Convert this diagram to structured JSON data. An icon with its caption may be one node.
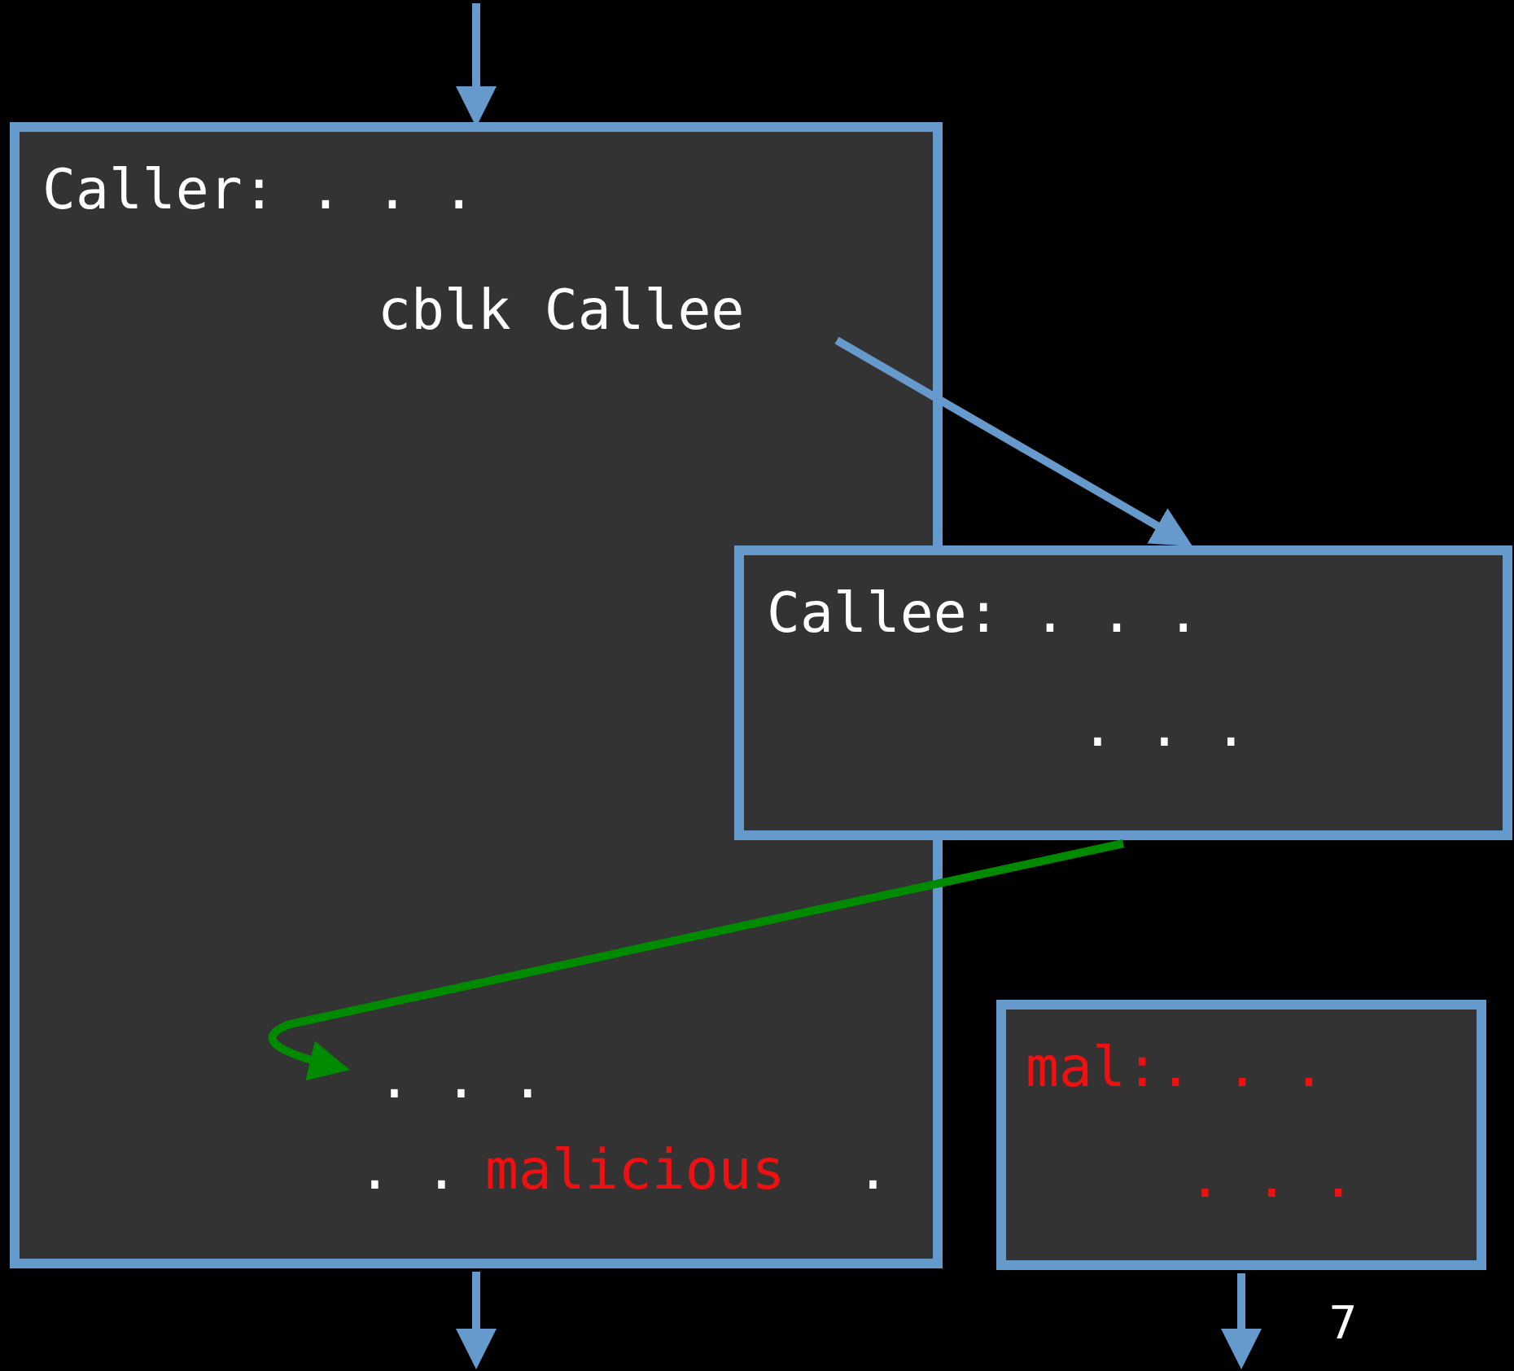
{
  "diagram": {
    "nodes": [
      {
        "text": [
          "Caller: . . .",
          ". .",
          "malicious",
          "."
        ]
      },
      {
        "text": [
          "cblk Callee"
        ],
        "in": 0
      },
      {
        "text": [
          ". . ."
        ],
        "in": 0
      },
      {
        "text": [
          "Callee: . . .",
          ". . ."
        ]
      },
      {
        "text": [
          "mal:. . .",
          ". . ."
        ]
      }
    ],
    "edges": [
      {
        "from": null,
        "to": 0,
        "arrow": "to"
      },
      {
        "from": 1,
        "to": 3,
        "arrow": "to"
      },
      {
        "from": 3,
        "to": 2,
        "arrow": "to",
        "color": "#008a00"
      },
      {
        "from": 0,
        "to": null,
        "arrow": "to"
      },
      {
        "from": 4,
        "to": null,
        "arrow": "to"
      }
    ],
    "labels": [
      "7"
    ]
  }
}
